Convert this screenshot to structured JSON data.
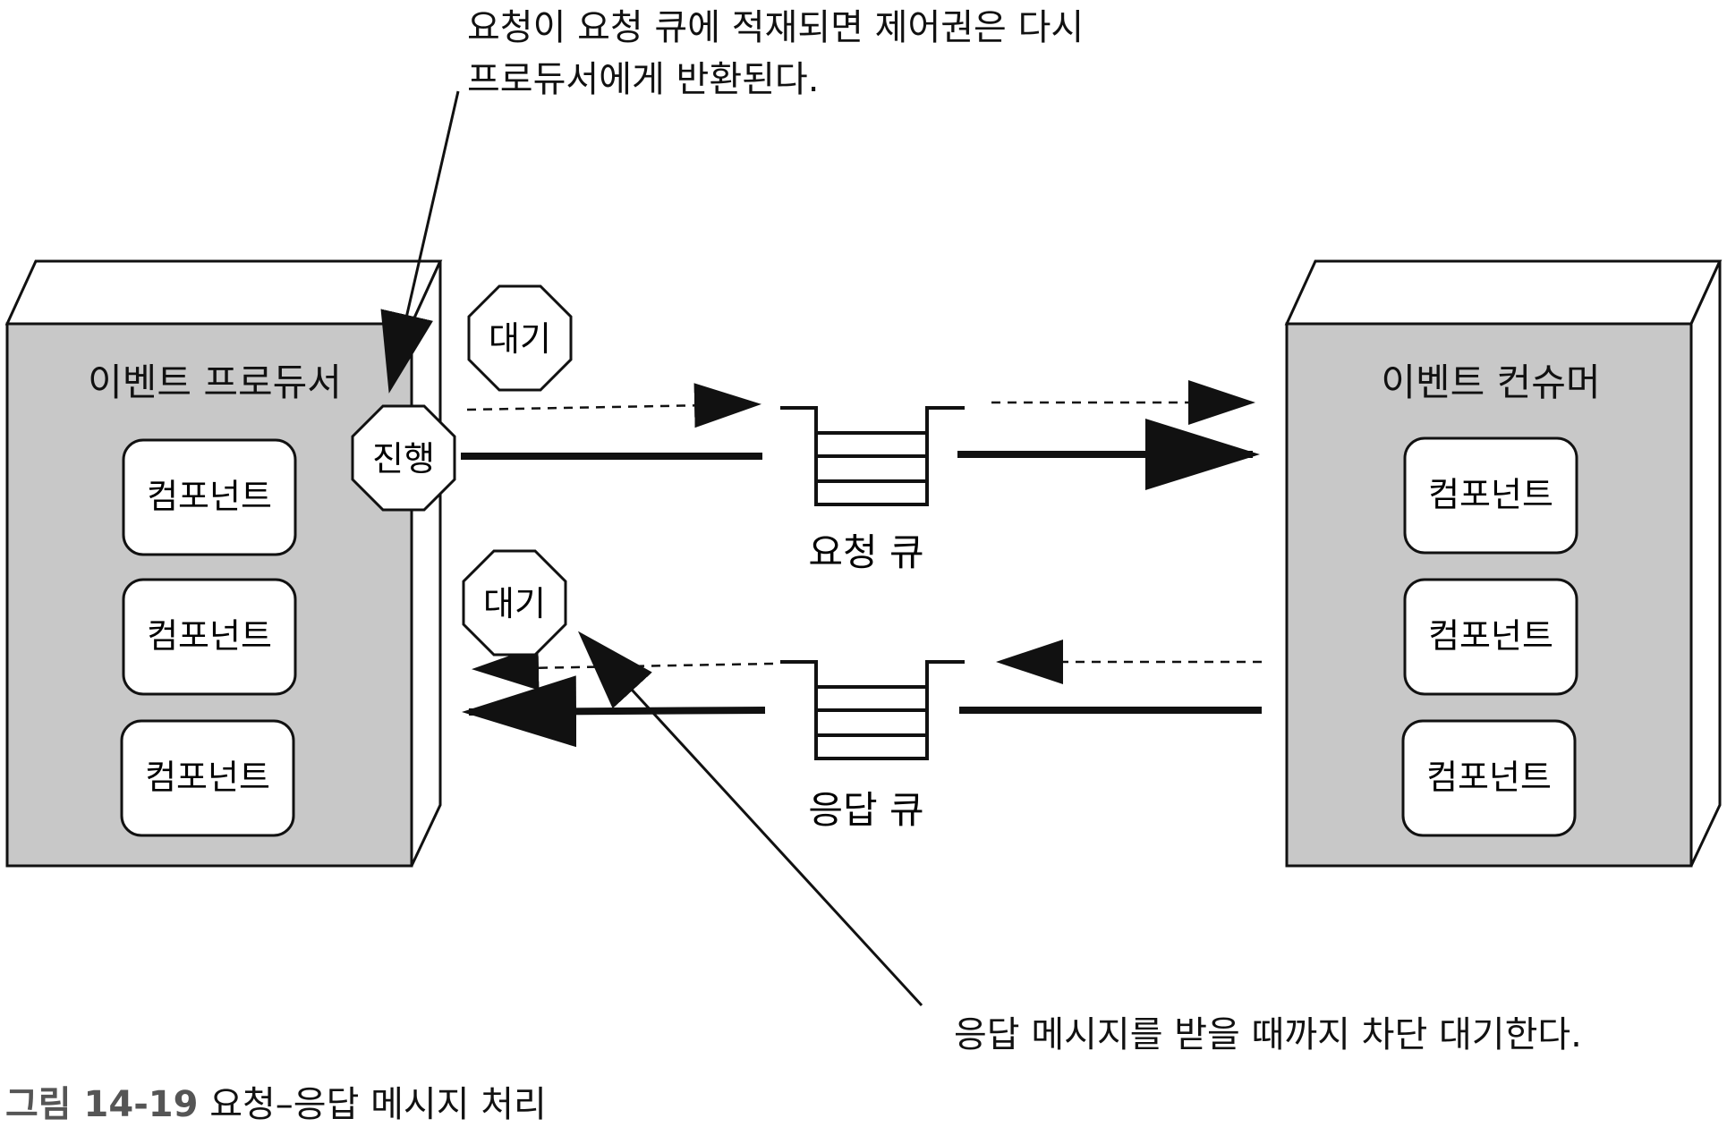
{
  "notes": {
    "top_line1": "요청이 요청 큐에 적재되면 제어권은 다시",
    "top_line2": "프로듀서에게 반환된다.",
    "bottom": "응답 메시지를 받을 때까지 차단 대기한다."
  },
  "producer": {
    "title": "이벤트 프로듀서",
    "components": [
      "컴포넌트",
      "컴포넌트",
      "컴포넌트"
    ]
  },
  "consumer": {
    "title": "이벤트 컨슈머",
    "components": [
      "컴포넌트",
      "컴포넌트",
      "컴포넌트"
    ]
  },
  "states": {
    "wait_top": "대기",
    "proceed": "진행",
    "wait_bottom": "대기"
  },
  "queues": {
    "request": "요청 큐",
    "response": "응답 큐"
  },
  "caption": {
    "number": "그림 14-19",
    "title": "요청–응답 메시지 처리"
  },
  "colors": {
    "box_fill": "#c8c8c8",
    "line": "#111111"
  }
}
